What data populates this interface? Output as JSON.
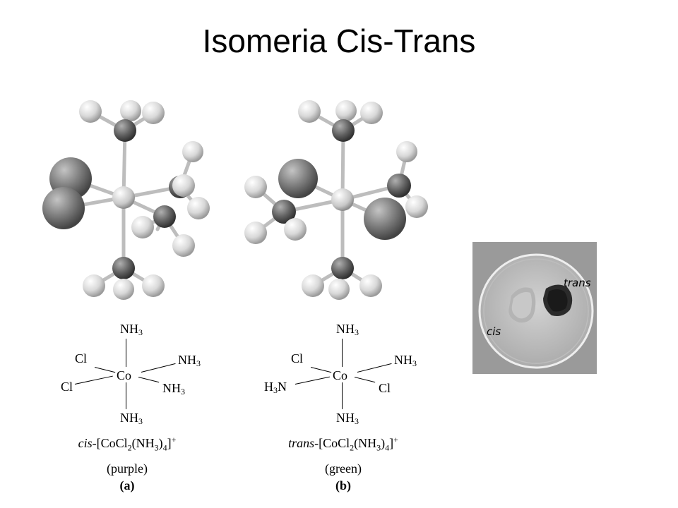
{
  "slide": {
    "title": "Isomeria Cis-Trans"
  },
  "panel_a": {
    "formula": {
      "top": "NH",
      "top_sub": "3",
      "upper_left": "Cl",
      "upper_right": "NH",
      "upper_right_sub": "3",
      "center": "Co",
      "lower_left": "Cl",
      "lower_right": "NH",
      "lower_right_sub": "3",
      "bottom": "NH",
      "bottom_sub": "3"
    },
    "name": {
      "prefix": "cis",
      "body": "-[CoCl",
      "sub1": "2",
      "mid": "(NH",
      "sub2": "3",
      "close": ")",
      "sub3": "4",
      "end": "]",
      "charge": "+"
    },
    "color_note": "(purple)",
    "panel_label": "(a)"
  },
  "panel_b": {
    "formula": {
      "top": "NH",
      "top_sub": "3",
      "upper_left": "Cl",
      "upper_right": "NH",
      "upper_right_sub": "3",
      "center": "Co",
      "lower_left_pre": "H",
      "lower_left_sub": "3",
      "lower_left_post": "N",
      "lower_right": "Cl",
      "bottom": "NH",
      "bottom_sub": "3"
    },
    "name": {
      "prefix": "trans",
      "body": "-[CoCl",
      "sub1": "2",
      "mid": "(NH",
      "sub2": "3",
      "close": ")",
      "sub3": "4",
      "end": "]",
      "charge": "+"
    },
    "color_note": "(green)",
    "panel_label": "(b)"
  },
  "photo": {
    "label_trans": "trans",
    "label_cis": "cis"
  }
}
